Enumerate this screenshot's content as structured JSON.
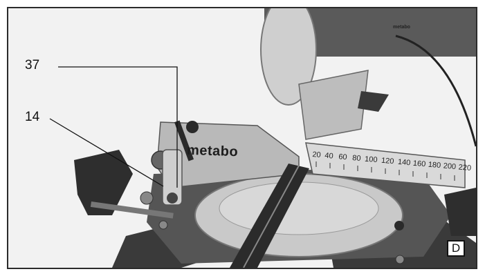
{
  "callouts": {
    "part_37": "37",
    "part_14": "14"
  },
  "panel_label": "D",
  "brand": {
    "fence": "metabo",
    "motor": "metabo"
  },
  "scale": {
    "labels": [
      "20",
      "40",
      "60",
      "80",
      "100",
      "120",
      "140",
      "160",
      "180",
      "200",
      "220"
    ]
  },
  "colors": {
    "frame": "#2b2b2b",
    "background": "#f4f4f4",
    "machine_dark": "#2a2a2a",
    "metal": "#b8b8b8"
  }
}
